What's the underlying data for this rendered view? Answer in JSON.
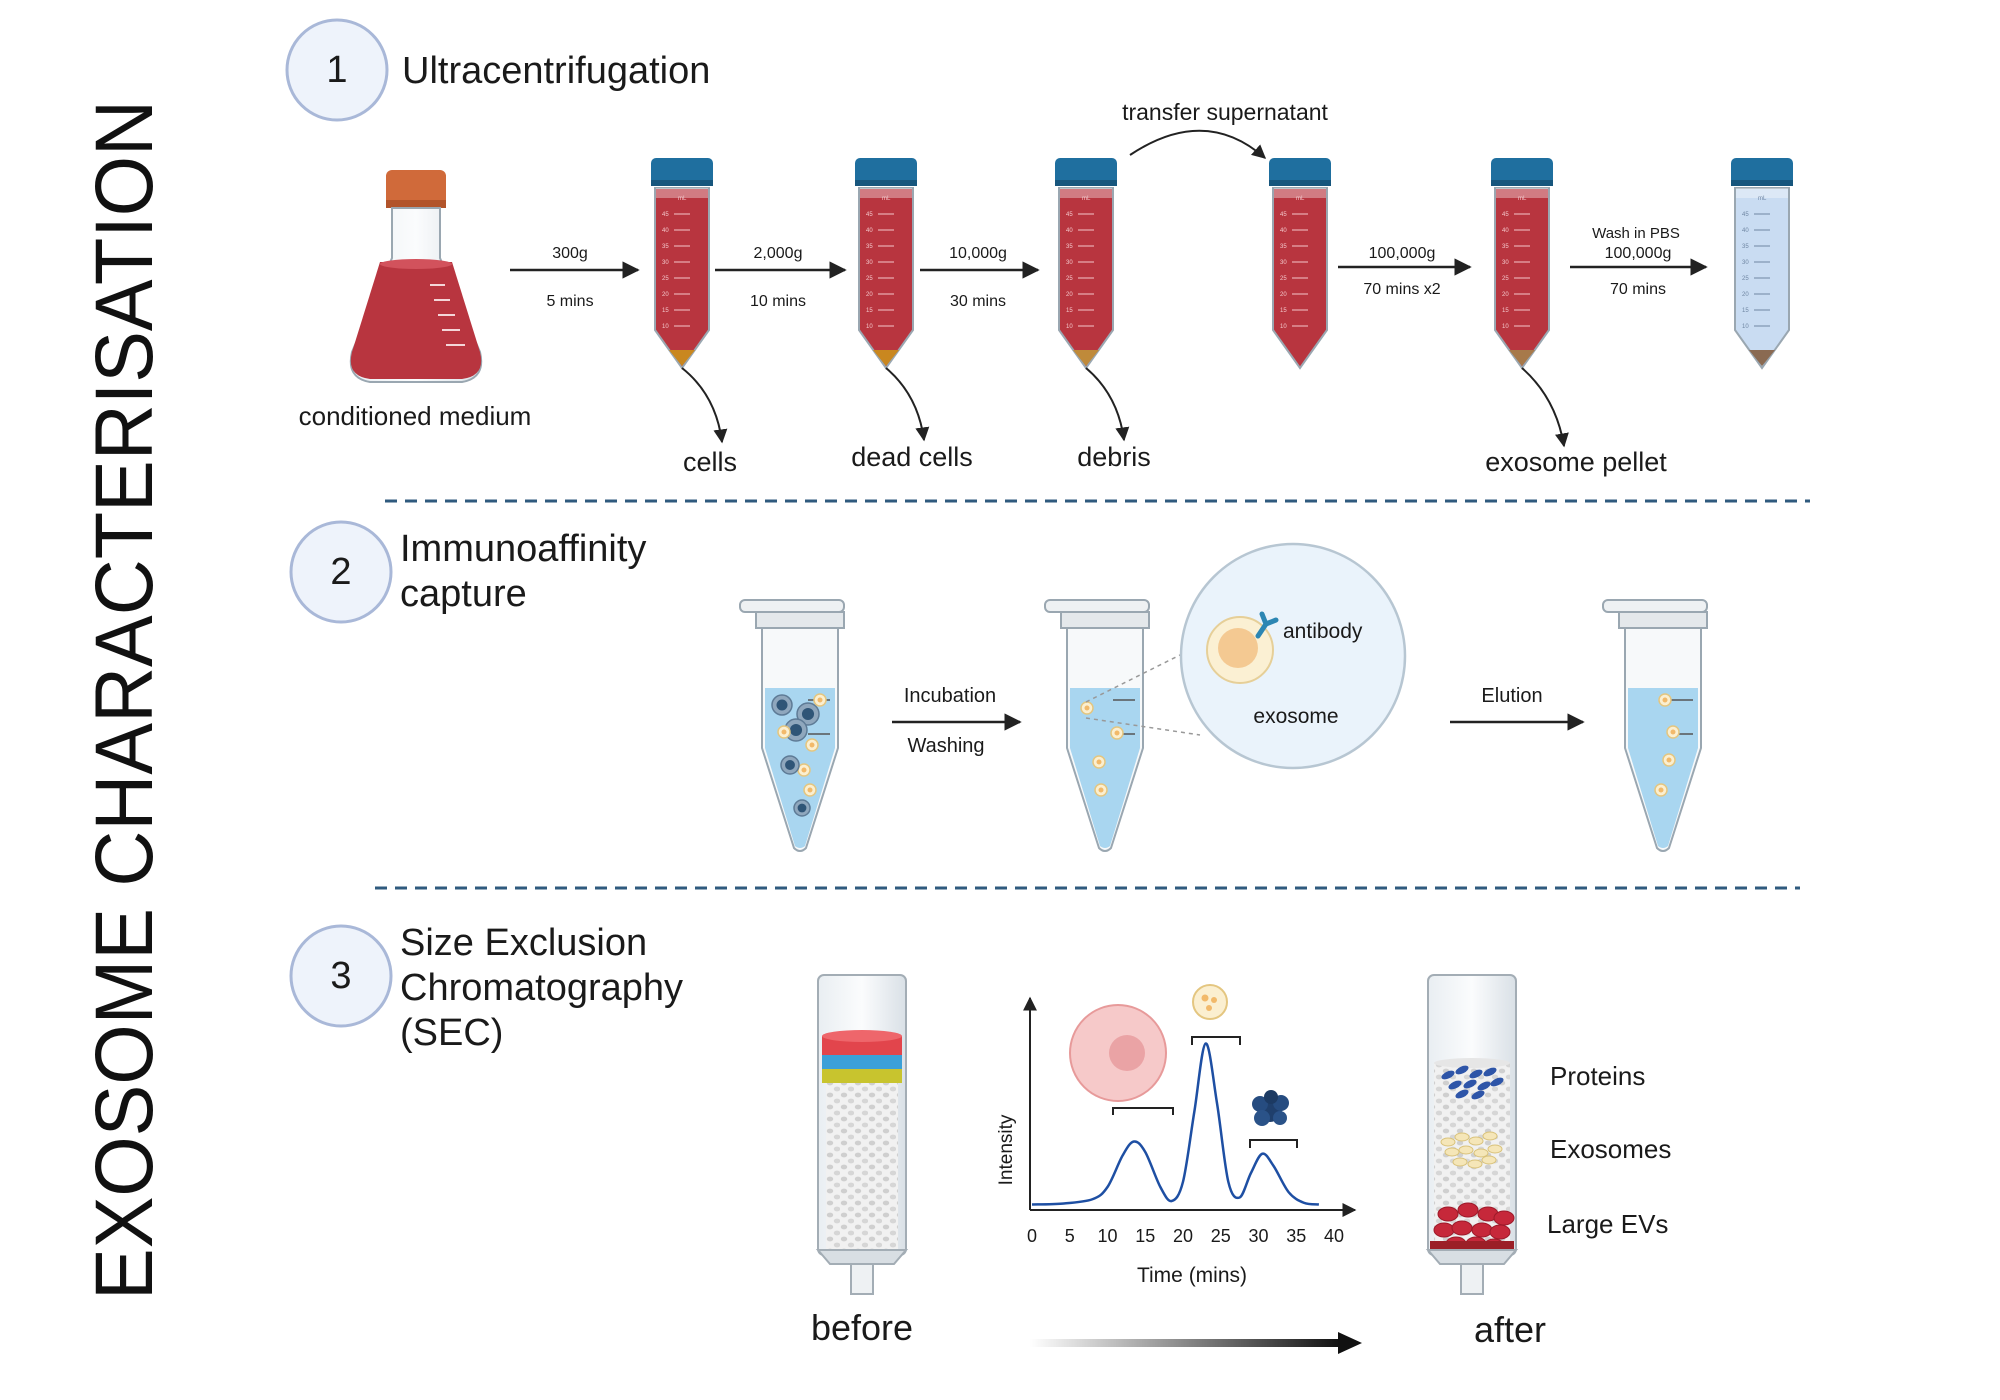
{
  "main_title": "EXOSOME CHARACTERISATION",
  "colors": {
    "medium": "#b8353f",
    "cap": "#1f6f9f",
    "flask_cap": "#d06a3a",
    "pbs": "#c9dcf2",
    "liquid_blue": "#a9d6f0",
    "badge_fill": "#eef3fb",
    "badge_stroke": "#a9b8d8",
    "divider": "#2f5a7e",
    "curve": "#1e4fa3"
  },
  "section1": {
    "number": "1",
    "title": "Ultracentrifugation",
    "flask_label": "conditioned medium",
    "steps": [
      {
        "top": "300g",
        "bottom": "5 mins"
      },
      {
        "top": "2,000g",
        "bottom": "10 mins"
      },
      {
        "top": "10,000g",
        "bottom": "30 mins"
      },
      {
        "top": "100,000g",
        "bottom": "70 mins x2"
      },
      {
        "top1": "Wash in PBS",
        "top2": "100,000g",
        "bottom": "70 mins"
      }
    ],
    "transfer_label": "transfer supernatant",
    "pellets": [
      "cells",
      "dead cells",
      "debris",
      "exosome pellet"
    ],
    "tube_unit": "mL",
    "tube_ticks": [
      "45",
      "40",
      "35",
      "30",
      "25",
      "20",
      "15",
      "10"
    ]
  },
  "section2": {
    "number": "2",
    "title_line1": "Immunoaffinity",
    "title_line2": "capture",
    "step1_top": "Incubation",
    "step1_bottom": "Washing",
    "zoom_antibody": "antibody",
    "zoom_exosome": "exosome",
    "step2": "Elution"
  },
  "section3": {
    "number": "3",
    "title_line1": "Size Exclusion",
    "title_line2": "Chromatography",
    "title_line3": "(SEC)",
    "before_label": "before",
    "after_label": "after",
    "layer_labels": [
      "Proteins",
      "Exosomes",
      "Large EVs"
    ]
  },
  "chart_data": {
    "type": "line",
    "title": "",
    "xlabel": "Time (mins)",
    "ylabel": "Intensity",
    "xlim": [
      0,
      42
    ],
    "ylim": [
      0,
      1
    ],
    "xticks": [
      "0",
      "5",
      "10",
      "15",
      "20",
      "25",
      "30",
      "35",
      "40"
    ],
    "xtick_values": [
      0,
      5,
      10,
      15,
      20,
      25,
      30,
      35,
      40
    ],
    "series": [
      {
        "x": [
          0,
          4,
          8,
          10,
          12,
          13.5,
          15,
          17,
          18.5,
          20,
          21.5,
          23,
          24.5,
          26,
          27.5,
          29,
          30.5,
          32,
          34,
          36,
          38
        ],
        "y": [
          0.02,
          0.025,
          0.05,
          0.12,
          0.3,
          0.38,
          0.32,
          0.12,
          0.04,
          0.15,
          0.55,
          0.94,
          0.6,
          0.15,
          0.06,
          0.2,
          0.31,
          0.24,
          0.09,
          0.03,
          0.02
        ]
      }
    ]
  }
}
